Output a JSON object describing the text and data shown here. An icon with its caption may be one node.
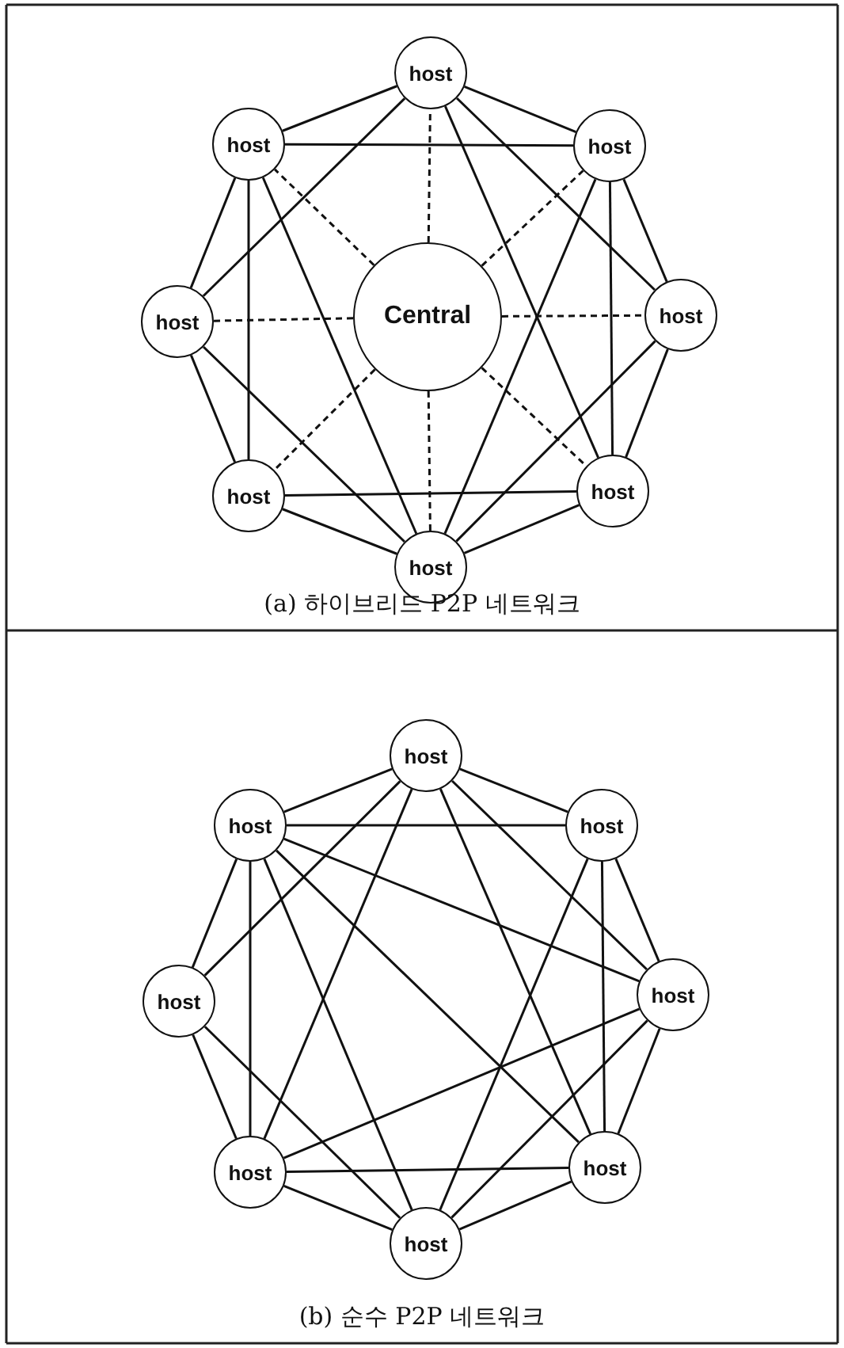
{
  "diagram": {
    "nodes": [
      {
        "text": [
          "host"
        ]
      },
      {
        "text": [
          "host"
        ]
      },
      {
        "text": [
          "host"
        ]
      },
      {
        "text": [
          "host"
        ]
      },
      {
        "text": [
          "Central"
        ]
      },
      {
        "text": [
          "host"
        ]
      },
      {
        "text": [
          "host"
        ]
      },
      {
        "text": [
          "host"
        ]
      },
      {
        "text": [
          "host"
        ]
      },
      {
        "text": [
          "host"
        ]
      },
      {
        "text": [
          "host"
        ]
      },
      {
        "text": [
          "host"
        ]
      },
      {
        "text": [
          "host"
        ]
      },
      {
        "text": [
          "host"
        ]
      },
      {
        "text": [
          "host"
        ]
      },
      {
        "text": [
          "host"
        ]
      },
      {
        "text": [
          "host"
        ]
      }
    ],
    "edges": [
      {
        "from": 0,
        "to": 1,
        "arrow": "none"
      },
      {
        "from": 0,
        "to": 2,
        "arrow": "none"
      },
      {
        "from": 1,
        "to": 2,
        "arrow": "none"
      },
      {
        "from": 0,
        "to": 3,
        "arrow": "none"
      },
      {
        "from": 0,
        "to": 5,
        "arrow": "none"
      },
      {
        "from": 0,
        "to": 7,
        "arrow": "none"
      },
      {
        "from": 1,
        "to": 3,
        "arrow": "none"
      },
      {
        "from": 1,
        "to": 6,
        "arrow": "none"
      },
      {
        "from": 1,
        "to": 8,
        "arrow": "none"
      },
      {
        "from": 2,
        "to": 5,
        "arrow": "none"
      },
      {
        "from": 2,
        "to": 7,
        "arrow": "none"
      },
      {
        "from": 2,
        "to": 8,
        "arrow": "none"
      },
      {
        "from": 3,
        "to": 6,
        "arrow": "none"
      },
      {
        "from": 3,
        "to": 8,
        "arrow": "none"
      },
      {
        "from": 5,
        "to": 7,
        "arrow": "none"
      },
      {
        "from": 5,
        "to": 8,
        "arrow": "none"
      },
      {
        "from": 6,
        "to": 7,
        "arrow": "none"
      },
      {
        "from": 6,
        "to": 8,
        "arrow": "none"
      },
      {
        "from": 7,
        "to": 8,
        "arrow": "none"
      },
      {
        "from": 4,
        "to": 0,
        "arrow": "none",
        "style": "dashed"
      },
      {
        "from": 4,
        "to": 1,
        "arrow": "none",
        "style": "dashed"
      },
      {
        "from": 4,
        "to": 2,
        "arrow": "none",
        "style": "dashed"
      },
      {
        "from": 4,
        "to": 3,
        "arrow": "none",
        "style": "dashed"
      },
      {
        "from": 4,
        "to": 5,
        "arrow": "none",
        "style": "dashed"
      },
      {
        "from": 4,
        "to": 6,
        "arrow": "none",
        "style": "dashed"
      },
      {
        "from": 4,
        "to": 7,
        "arrow": "none",
        "style": "dashed"
      },
      {
        "from": 4,
        "to": 8,
        "arrow": "none",
        "style": "dashed"
      },
      {
        "from": 9,
        "to": 10,
        "arrow": "none"
      },
      {
        "from": 9,
        "to": 11,
        "arrow": "none"
      },
      {
        "from": 9,
        "to": 12,
        "arrow": "none"
      },
      {
        "from": 9,
        "to": 14,
        "arrow": "none"
      },
      {
        "from": 9,
        "to": 13,
        "arrow": "none"
      },
      {
        "from": 9,
        "to": 15,
        "arrow": "none"
      },
      {
        "from": 10,
        "to": 11,
        "arrow": "none"
      },
      {
        "from": 10,
        "to": 12,
        "arrow": "none"
      },
      {
        "from": 10,
        "to": 14,
        "arrow": "none"
      },
      {
        "from": 10,
        "to": 13,
        "arrow": "none"
      },
      {
        "from": 10,
        "to": 16,
        "arrow": "none"
      },
      {
        "from": 10,
        "to": 15,
        "arrow": "none"
      },
      {
        "from": 11,
        "to": 13,
        "arrow": "none"
      },
      {
        "from": 11,
        "to": 15,
        "arrow": "none"
      },
      {
        "from": 11,
        "to": 16,
        "arrow": "none"
      },
      {
        "from": 12,
        "to": 14,
        "arrow": "none"
      },
      {
        "from": 12,
        "to": 16,
        "arrow": "none"
      },
      {
        "from": 13,
        "to": 15,
        "arrow": "none"
      },
      {
        "from": 13,
        "to": 16,
        "arrow": "none"
      },
      {
        "from": 13,
        "to": 14,
        "arrow": "none"
      },
      {
        "from": 14,
        "to": 15,
        "arrow": "none"
      },
      {
        "from": 14,
        "to": 16,
        "arrow": "none"
      },
      {
        "from": 15,
        "to": 16,
        "arrow": "none"
      }
    ],
    "labels": [
      "(a) 하이브리드 P2P 네트워크",
      "(b) 순수 P2P 네트워크"
    ]
  }
}
